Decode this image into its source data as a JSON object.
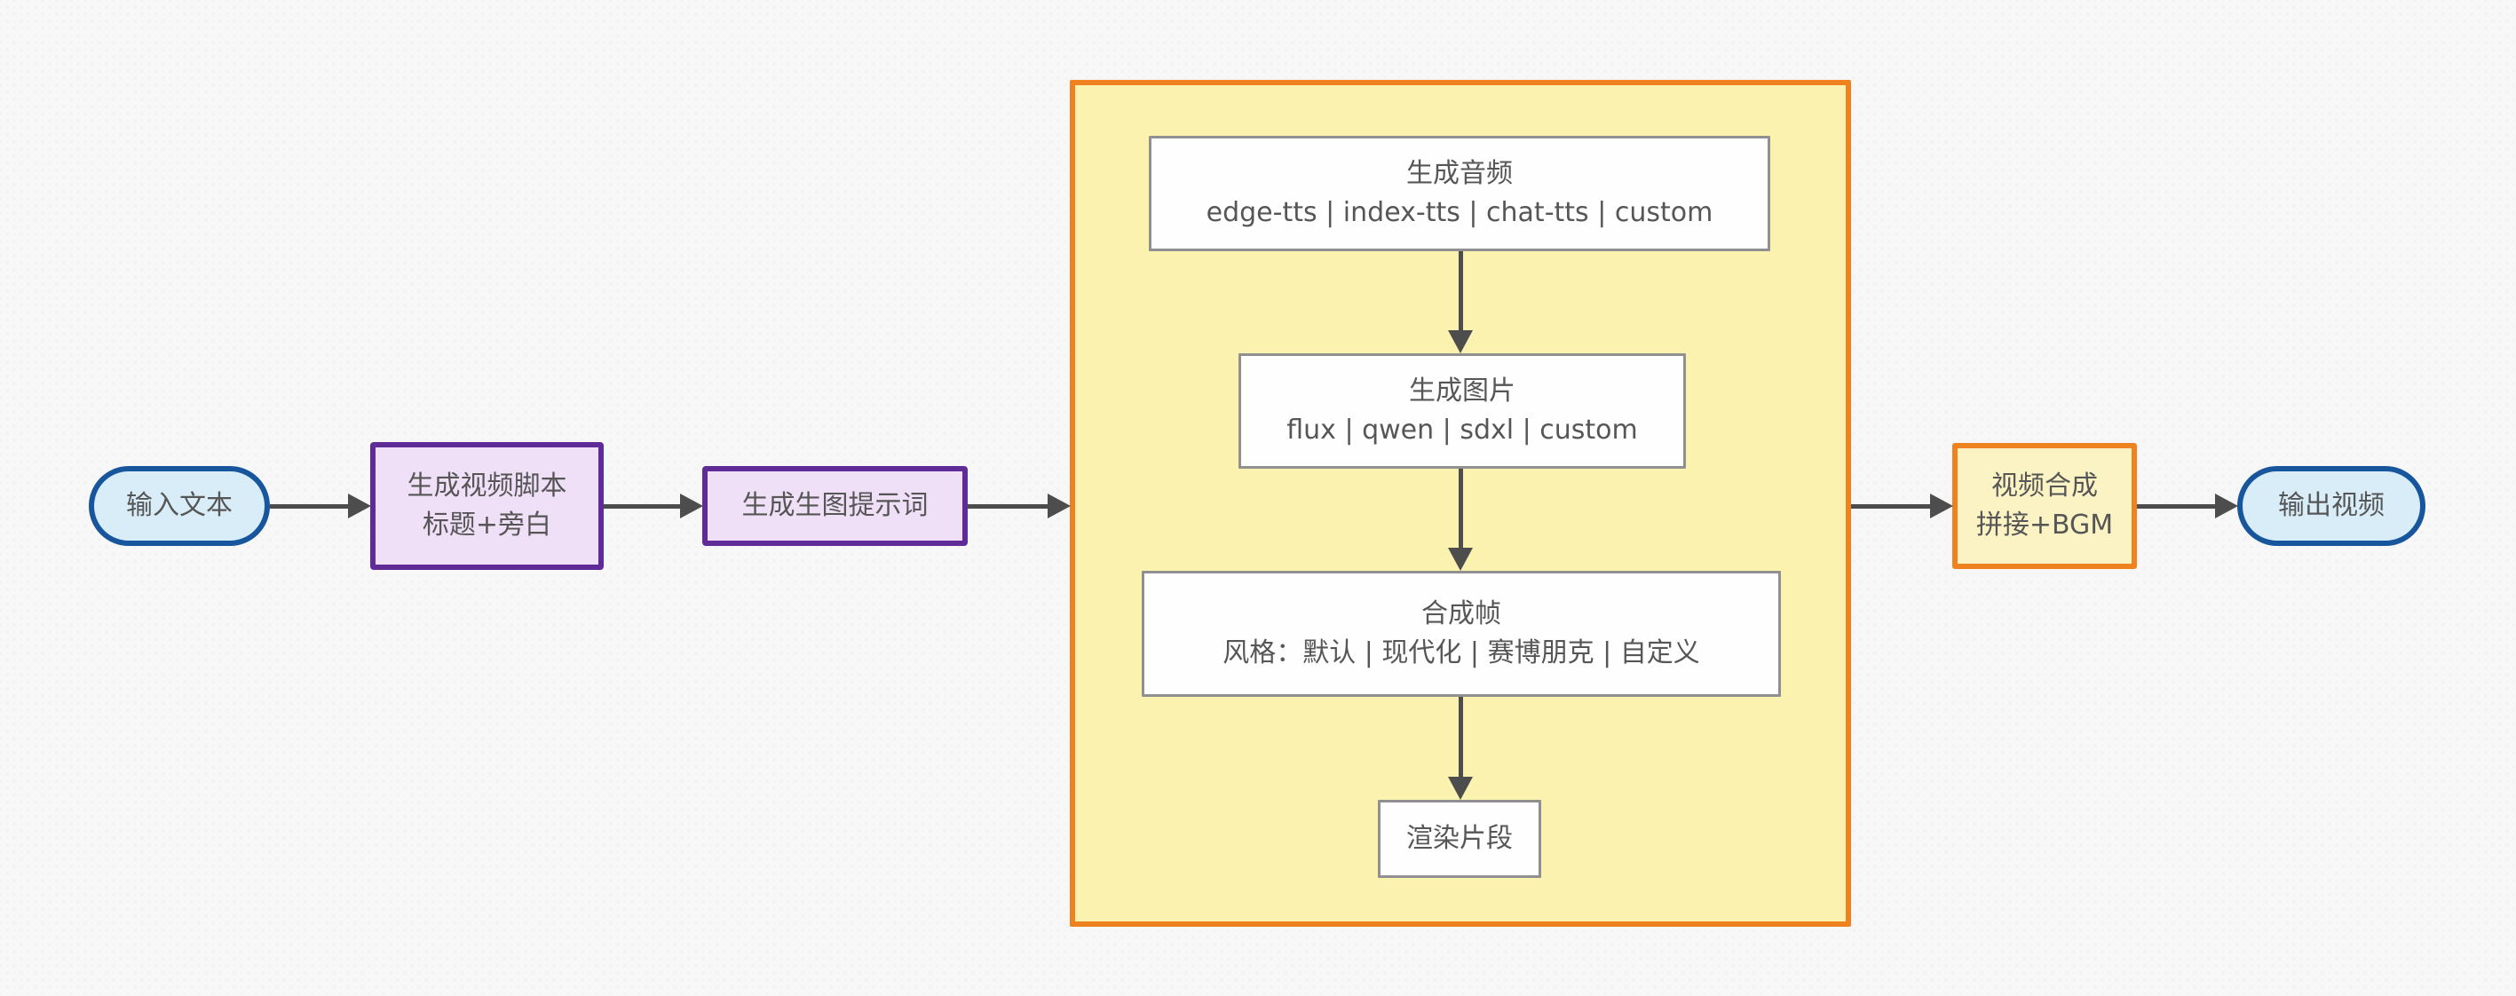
{
  "diagram": {
    "type": "flowchart",
    "direction": "left-to-right",
    "nodes": {
      "input": {
        "label": "输入文本",
        "shape": "stadium"
      },
      "script": {
        "line1": "生成视频脚本",
        "line2": "标题+旁白",
        "shape": "rect-purple"
      },
      "prompt": {
        "label": "生成生图提示词",
        "shape": "rect-purple"
      },
      "audio": {
        "line1": "生成音频",
        "line2": "edge-tts | index-tts | chat-tts | custom",
        "shape": "rect-white"
      },
      "image": {
        "line1": "生成图片",
        "line2": "flux | qwen | sdxl | custom",
        "shape": "rect-white"
      },
      "frame": {
        "line1": "合成帧",
        "line2": "风格：默认 | 现代化 | 赛博朋克 | 自定义",
        "shape": "rect-white"
      },
      "render": {
        "label": "渲染片段",
        "shape": "rect-white"
      },
      "compose": {
        "line1": "视频合成",
        "line2": "拼接+BGM",
        "shape": "rect-orange"
      },
      "output": {
        "label": "输出视频",
        "shape": "stadium"
      }
    },
    "subgraph": {
      "label": "",
      "contains": [
        "audio",
        "image",
        "frame",
        "render"
      ]
    },
    "edges": [
      {
        "from": "input",
        "to": "script"
      },
      {
        "from": "script",
        "to": "prompt"
      },
      {
        "from": "prompt",
        "to": "subgraph"
      },
      {
        "from": "audio",
        "to": "image"
      },
      {
        "from": "image",
        "to": "frame"
      },
      {
        "from": "frame",
        "to": "render"
      },
      {
        "from": "subgraph",
        "to": "compose"
      },
      {
        "from": "compose",
        "to": "output"
      }
    ]
  },
  "colors": {
    "background": "#f7f7f7",
    "node_text": "#565656",
    "arrow": "#4d4d4d",
    "blue_border": "#17559c",
    "blue_fill": "#d9edf9",
    "purple_border": "#5e2b97",
    "purple_fill": "#efe0f7",
    "container_border": "#ee821e",
    "container_fill": "#fbf2b0",
    "compose_fill": "#fbf3c4",
    "inner_border": "#909090",
    "inner_fill": "#fefefe"
  }
}
